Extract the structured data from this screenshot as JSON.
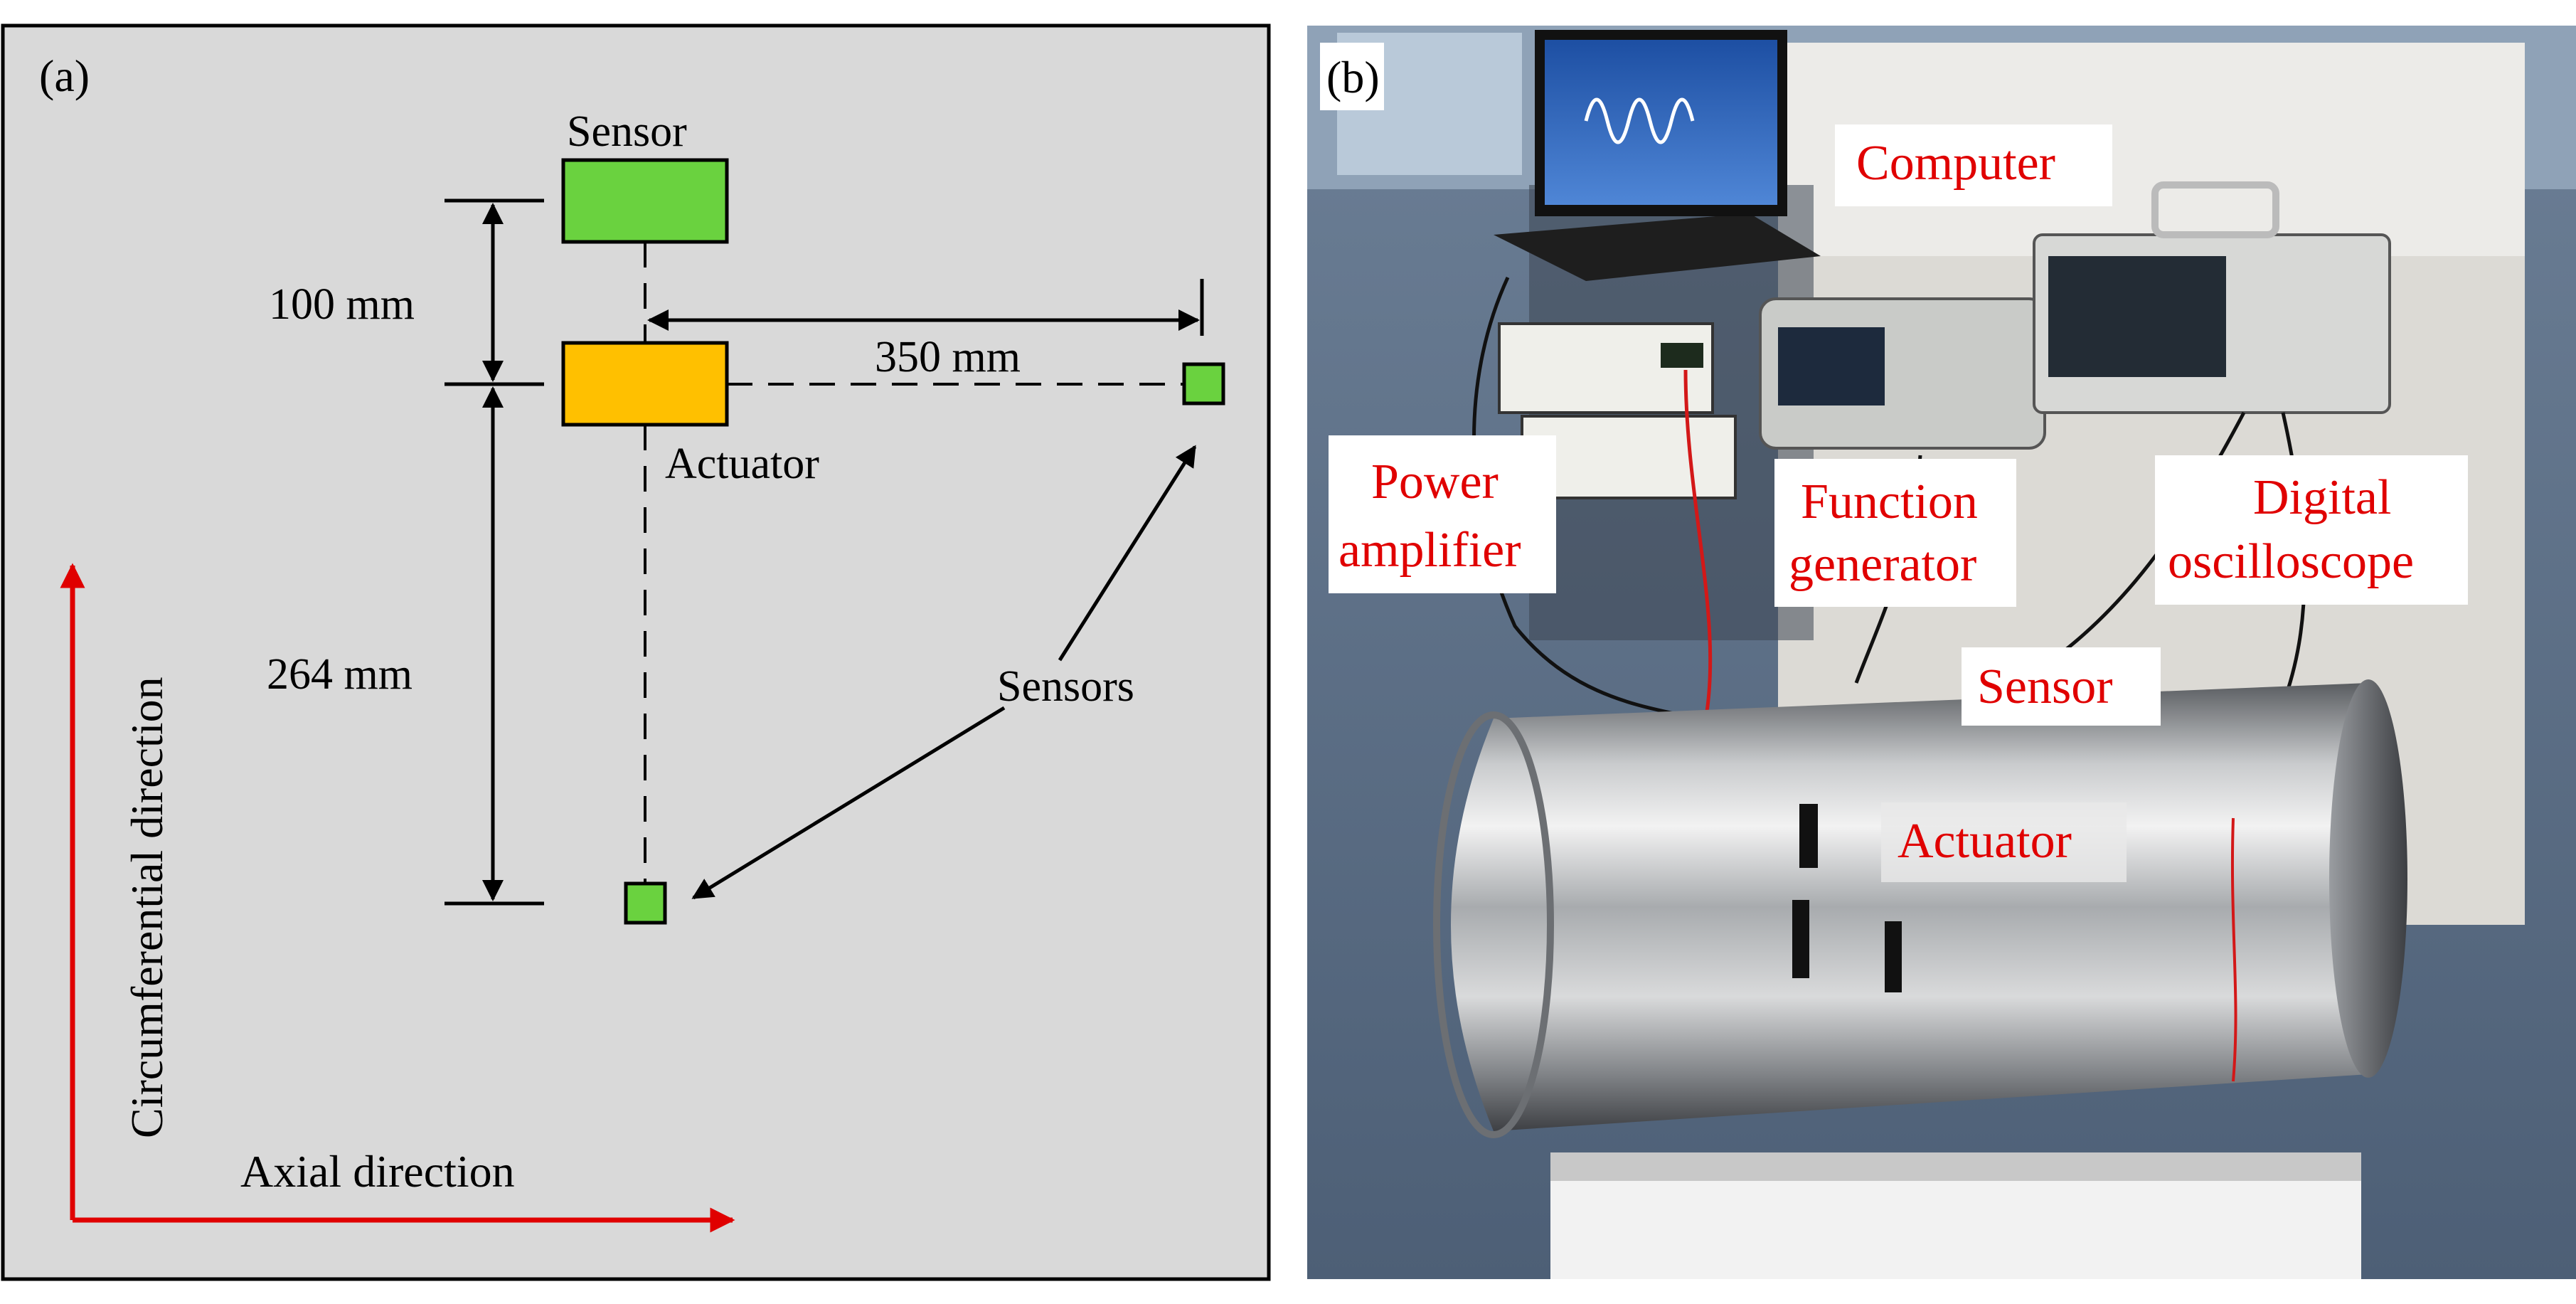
{
  "panel_a": {
    "label": "(a)",
    "sensor_label": "Sensor",
    "actuator_label": "Actuator",
    "sensors_label": "Sensors",
    "dim_100": "100 mm",
    "dim_264": "264 mm",
    "dim_350": "350 mm",
    "axial_label": "Axial direction",
    "circ_label": "Circumferential direction",
    "colors": {
      "background": "#d9d9d9",
      "sensor": "#6ad23f",
      "actuator": "#ffc000",
      "axis_arrow": "#e00000"
    }
  },
  "panel_b": {
    "label": "(b)",
    "callouts": {
      "computer": "Computer",
      "power_line1": "Power",
      "power_line2": "amplifier",
      "function_line1": "Function",
      "function_line2": "generator",
      "digital_line1": "Digital",
      "digital_line2": "oscilloscope",
      "sensor": "Sensor",
      "actuator": "Actuator"
    },
    "colors": {
      "callout_text": "#e00000",
      "callout_box": "#ffffff"
    }
  }
}
